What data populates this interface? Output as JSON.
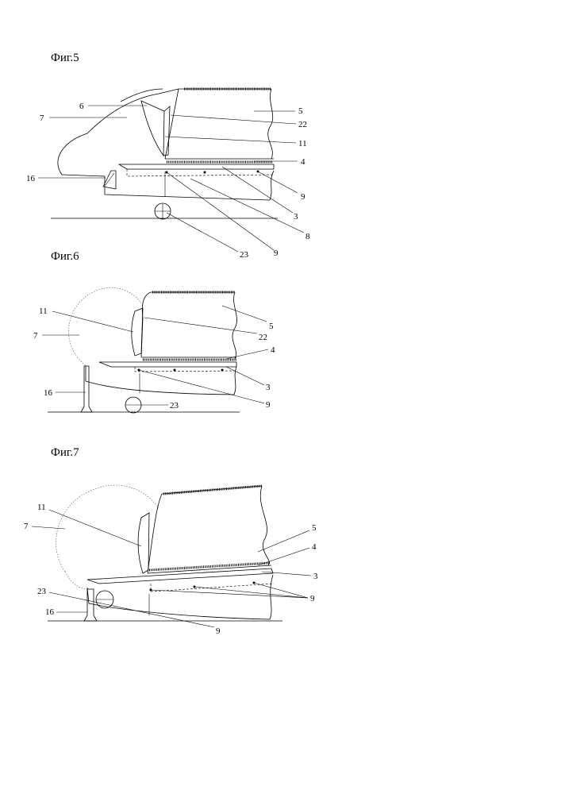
{
  "figures": [
    {
      "title": "Фиг.5",
      "labels": [
        "6",
        "7",
        "5",
        "22",
        "11",
        "4",
        "16",
        "9",
        "3",
        "8",
        "23",
        "9"
      ]
    },
    {
      "title": "Фиг.6",
      "labels": [
        "11",
        "7",
        "5",
        "22",
        "4",
        "3",
        "16",
        "23",
        "9"
      ]
    },
    {
      "title": "Фиг.7",
      "labels": [
        "11",
        "7",
        "5",
        "4",
        "3",
        "9",
        "23",
        "16",
        "9"
      ]
    }
  ]
}
